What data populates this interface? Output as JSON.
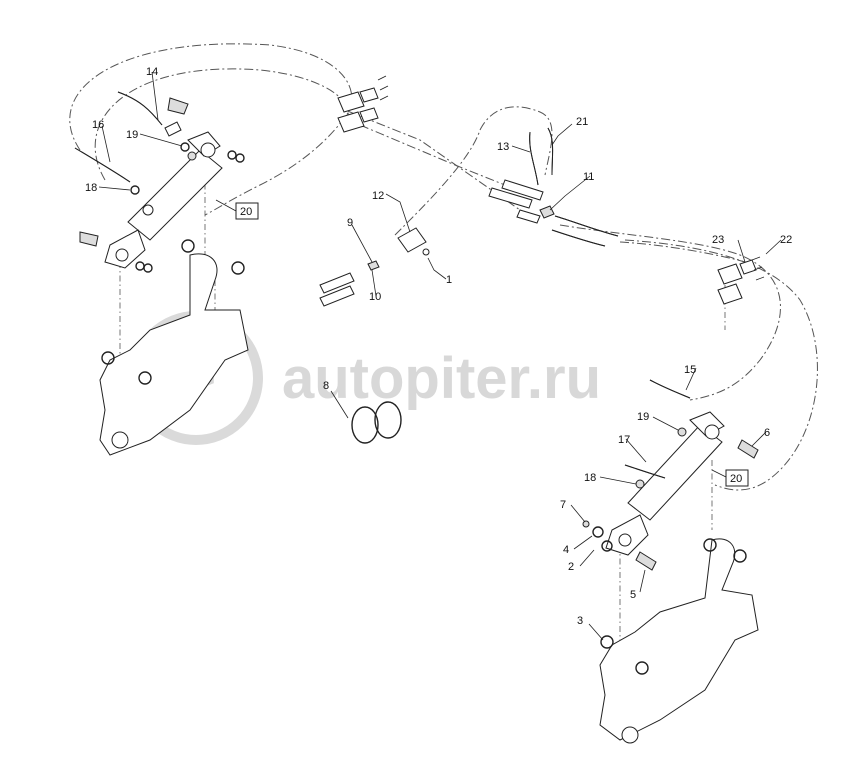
{
  "watermark": {
    "text": "autopiter.ru",
    "logo": "a>"
  },
  "callouts": [
    "1",
    "2",
    "3",
    "4",
    "5",
    "6",
    "7",
    "8",
    "9",
    "10",
    "11",
    "12",
    "13",
    "14",
    "15",
    "16",
    "17",
    "18",
    "19",
    "20",
    "21",
    "22",
    "23",
    "19",
    "20",
    "18"
  ],
  "boxed_callouts": [
    "20",
    "20"
  ]
}
